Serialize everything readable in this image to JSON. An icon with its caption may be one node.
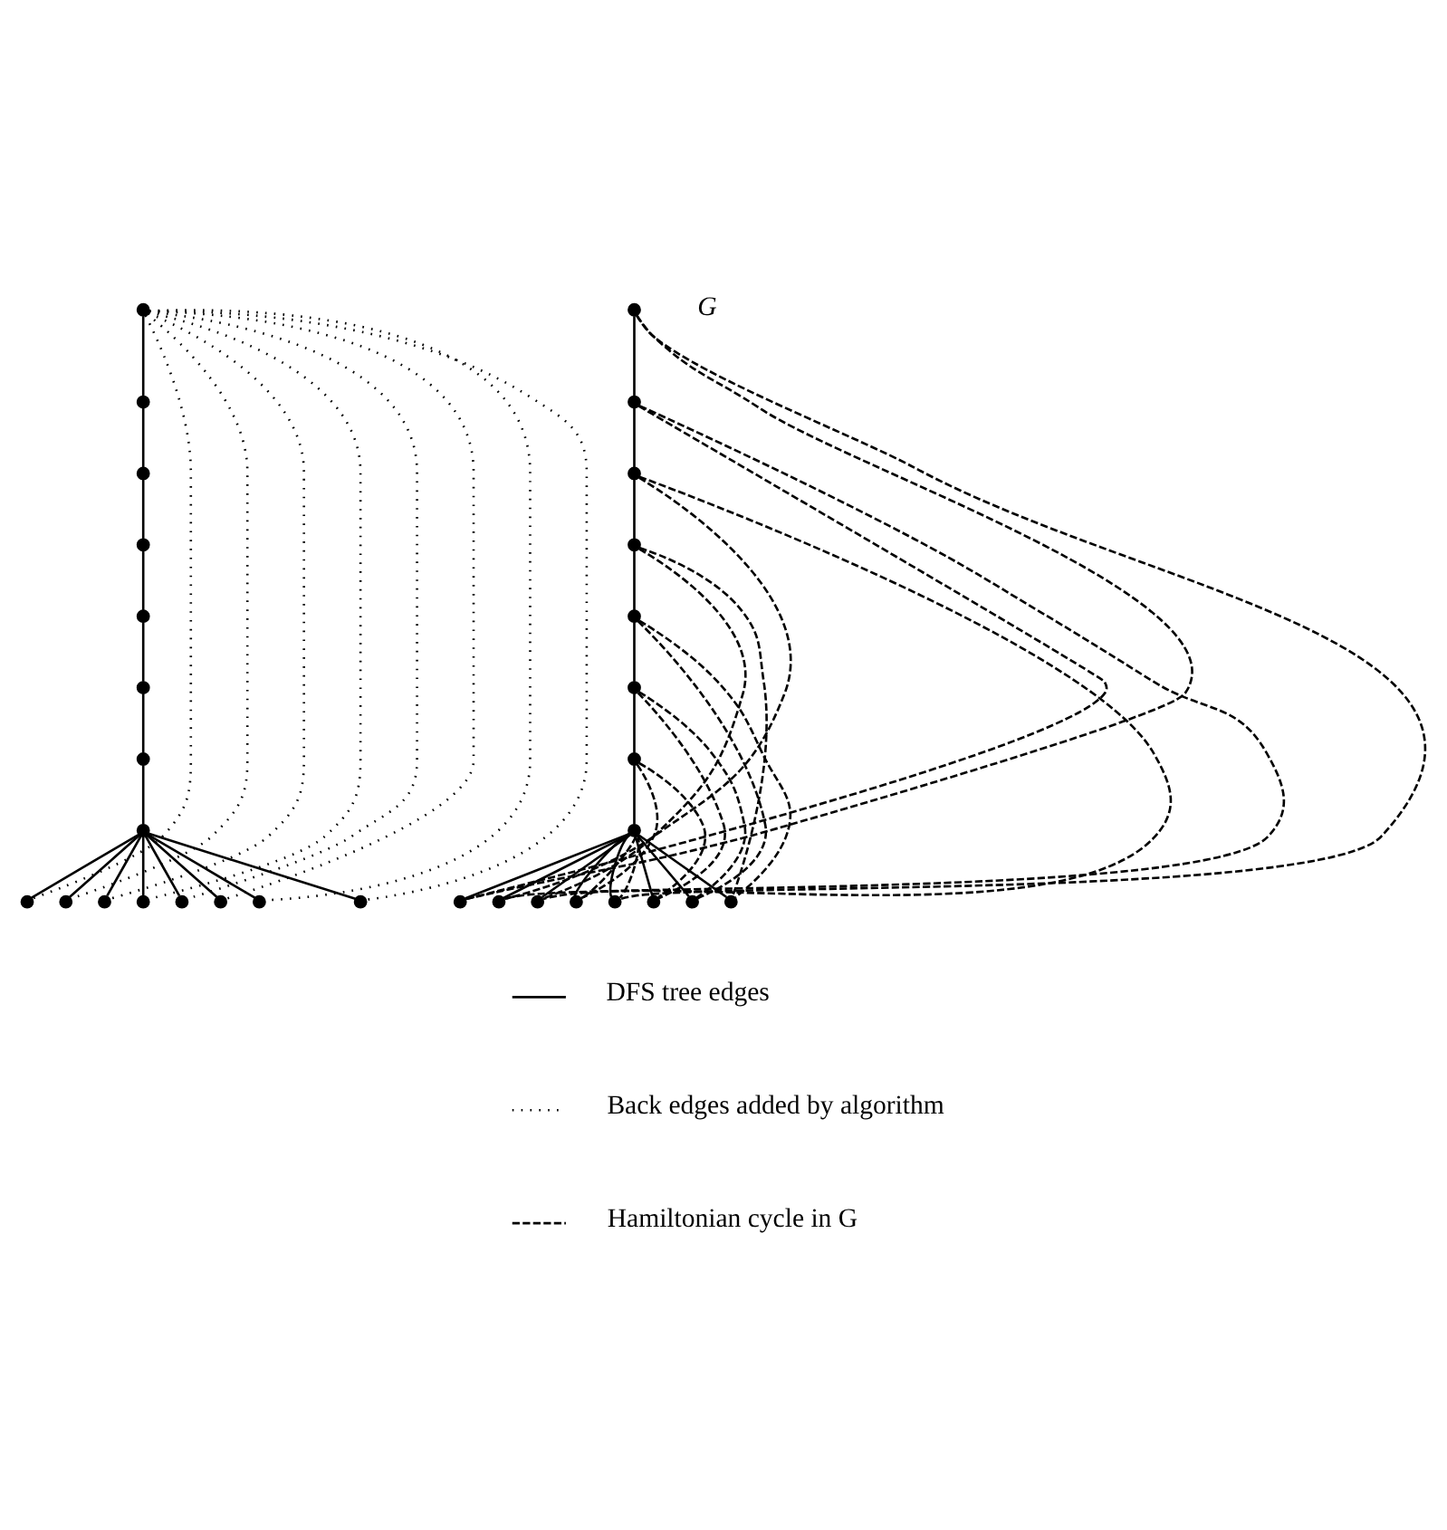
{
  "diagram": {
    "nodes": [
      {
        "text": [],
        "shape": "circle"
      },
      {
        "text": [],
        "shape": "circle"
      },
      {
        "text": [],
        "shape": "circle"
      },
      {
        "text": [],
        "shape": "circle"
      },
      {
        "text": [],
        "shape": "circle"
      },
      {
        "text": [],
        "shape": "circle"
      },
      {
        "text": [],
        "shape": "circle"
      },
      {
        "text": [],
        "shape": "circle"
      },
      {
        "text": [],
        "shape": "circle"
      },
      {
        "text": [],
        "shape": "circle"
      },
      {
        "text": [],
        "shape": "circle"
      },
      {
        "text": [],
        "shape": "circle"
      },
      {
        "text": [],
        "shape": "circle"
      },
      {
        "text": [],
        "shape": "circle"
      },
      {
        "text": [],
        "shape": "circle"
      },
      {
        "text": [],
        "shape": "circle"
      },
      {
        "text": [],
        "shape": "circle"
      },
      {
        "text": [],
        "shape": "circle"
      },
      {
        "text": [],
        "shape": "circle"
      },
      {
        "text": [],
        "shape": "circle"
      },
      {
        "text": [],
        "shape": "circle"
      },
      {
        "text": [],
        "shape": "circle"
      },
      {
        "text": [],
        "shape": "circle"
      },
      {
        "text": [],
        "shape": "circle"
      },
      {
        "text": [],
        "shape": "circle"
      },
      {
        "text": [],
        "shape": "circle"
      },
      {
        "text": [],
        "shape": "circle"
      },
      {
        "text": [],
        "shape": "circle"
      },
      {
        "text": [],
        "shape": "circle"
      },
      {
        "text": [],
        "shape": "circle"
      },
      {
        "text": [],
        "shape": "circle"
      },
      {
        "text": [],
        "shape": "circle"
      }
    ],
    "edges": [
      {
        "from": 0,
        "to": 1,
        "arrow": "none"
      },
      {
        "from": 1,
        "to": 2,
        "arrow": "none"
      },
      {
        "from": 2,
        "to": 3,
        "arrow": "none"
      },
      {
        "from": 3,
        "to": 4,
        "arrow": "none"
      },
      {
        "from": 4,
        "to": 5,
        "arrow": "none"
      },
      {
        "from": 5,
        "to": 6,
        "arrow": "none"
      },
      {
        "from": 6,
        "to": 7,
        "arrow": "none"
      },
      {
        "from": 7,
        "to": 8,
        "arrow": "none"
      },
      {
        "from": 7,
        "to": 9,
        "arrow": "none"
      },
      {
        "from": 7,
        "to": 10,
        "arrow": "none"
      },
      {
        "from": 7,
        "to": 11,
        "arrow": "none"
      },
      {
        "from": 7,
        "to": 12,
        "arrow": "none"
      },
      {
        "from": 7,
        "to": 13,
        "arrow": "none"
      },
      {
        "from": 7,
        "to": 14,
        "arrow": "none"
      },
      {
        "from": 7,
        "to": 15,
        "arrow": "none"
      },
      {
        "from": 0,
        "to": 8,
        "arrow": "none",
        "style": "dashed"
      },
      {
        "from": 0,
        "to": 9,
        "arrow": "none",
        "style": "dashed"
      },
      {
        "from": 0,
        "to": 10,
        "arrow": "none",
        "style": "dashed"
      },
      {
        "from": 0,
        "to": 11,
        "arrow": "none",
        "style": "dashed"
      },
      {
        "from": 0,
        "to": 12,
        "arrow": "none",
        "style": "dashed"
      },
      {
        "from": 0,
        "to": 13,
        "arrow": "none",
        "style": "dashed"
      },
      {
        "from": 0,
        "to": 14,
        "arrow": "none",
        "style": "dashed"
      },
      {
        "from": 0,
        "to": 15,
        "arrow": "none",
        "style": "dashed"
      },
      {
        "from": 16,
        "to": 17,
        "arrow": "none"
      },
      {
        "from": 17,
        "to": 18,
        "arrow": "none"
      },
      {
        "from": 18,
        "to": 19,
        "arrow": "none"
      },
      {
        "from": 19,
        "to": 20,
        "arrow": "none"
      },
      {
        "from": 20,
        "to": 21,
        "arrow": "none"
      },
      {
        "from": 21,
        "to": 22,
        "arrow": "none"
      },
      {
        "from": 22,
        "to": 23,
        "arrow": "none"
      },
      {
        "from": 23,
        "to": 24,
        "arrow": "none"
      },
      {
        "from": 23,
        "to": 25,
        "arrow": "none"
      },
      {
        "from": 23,
        "to": 26,
        "arrow": "none"
      },
      {
        "from": 23,
        "to": 27,
        "arrow": "none"
      },
      {
        "from": 23,
        "to": 28,
        "arrow": "none"
      },
      {
        "from": 23,
        "to": 29,
        "arrow": "none"
      },
      {
        "from": 23,
        "to": 30,
        "arrow": "none"
      },
      {
        "from": 23,
        "to": 31,
        "arrow": "none"
      },
      {
        "from": 16,
        "to": 24,
        "arrow": "none",
        "style": "dashed"
      },
      {
        "from": 17,
        "to": 24,
        "arrow": "none",
        "style": "dashed"
      },
      {
        "from": 17,
        "to": 25,
        "arrow": "none",
        "style": "dashed"
      },
      {
        "from": 18,
        "to": 25,
        "arrow": "none",
        "style": "dashed"
      },
      {
        "from": 18,
        "to": 26,
        "arrow": "none",
        "style": "dashed"
      },
      {
        "from": 19,
        "to": 26,
        "arrow": "none",
        "style": "dashed"
      },
      {
        "from": 19,
        "to": 31,
        "arrow": "none",
        "style": "dashed"
      },
      {
        "from": 20,
        "to": 31,
        "arrow": "none",
        "style": "dashed"
      },
      {
        "from": 20,
        "to": 30,
        "arrow": "none",
        "style": "dashed"
      },
      {
        "from": 21,
        "to": 30,
        "arrow": "none",
        "style": "dashed"
      },
      {
        "from": 21,
        "to": 29,
        "arrow": "none",
        "style": "dashed"
      },
      {
        "from": 22,
        "to": 29,
        "arrow": "none",
        "style": "dashed"
      },
      {
        "from": 22,
        "to": 27,
        "arrow": "none",
        "style": "dashed"
      },
      {
        "from": 23,
        "to": 27,
        "arrow": "none",
        "style": "dashed"
      },
      {
        "from": 23,
        "to": 28,
        "arrow": "none",
        "style": "dashed"
      },
      {
        "from": 16,
        "to": 28,
        "arrow": "none",
        "style": "dashed"
      }
    ],
    "labels": [
      "G"
    ],
    "legend": [
      {
        "text": "DFS tree edges"
      },
      {
        "text": "Back edges added by algorithm"
      },
      {
        "text": "Hamiltonian cycle in G"
      }
    ]
  }
}
